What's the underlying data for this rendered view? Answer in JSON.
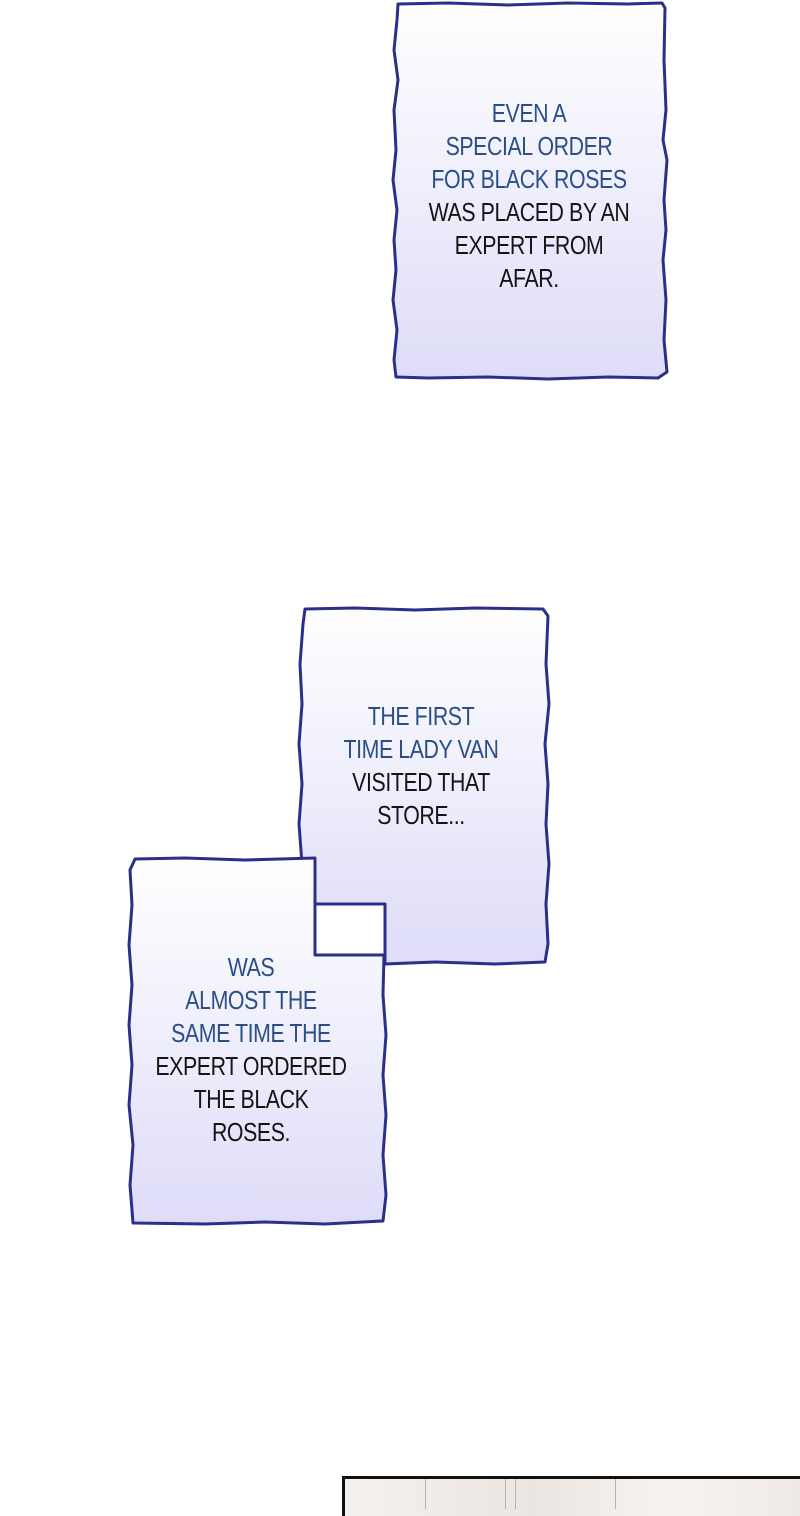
{
  "captions": {
    "box1": {
      "lines": [
        {
          "text": "EVEN A",
          "tone": "blue"
        },
        {
          "text": "SPECIAL ORDER",
          "tone": "blue"
        },
        {
          "text": "FOR BLACK ROSES",
          "tone": "blue"
        },
        {
          "text": "WAS PLACED BY AN",
          "tone": "dark"
        },
        {
          "text": "EXPERT FROM",
          "tone": "dark"
        },
        {
          "text": "AFAR.",
          "tone": "dark"
        }
      ]
    },
    "box2": {
      "lines": [
        {
          "text": "THE FIRST",
          "tone": "blue"
        },
        {
          "text": "TIME LADY VAN",
          "tone": "blue"
        },
        {
          "text": "VISITED THAT",
          "tone": "dark"
        },
        {
          "text": "STORE...",
          "tone": "dark"
        }
      ]
    },
    "box3": {
      "lines": [
        {
          "text": "WAS",
          "tone": "blue"
        },
        {
          "text": "ALMOST THE",
          "tone": "blue"
        },
        {
          "text": "SAME TIME THE",
          "tone": "blue"
        },
        {
          "text": "EXPERT ORDERED",
          "tone": "dark"
        },
        {
          "text": "THE BLACK",
          "tone": "dark"
        },
        {
          "text": "ROSES.",
          "tone": "dark"
        }
      ]
    }
  },
  "colors": {
    "caption_fill_top": "#ffffff",
    "caption_fill_bottom": "#dcdcf8",
    "caption_border": "#2b2f8a",
    "text_blue": "#2a4f86",
    "text_dark": "#141414",
    "background": "#ffffff"
  }
}
